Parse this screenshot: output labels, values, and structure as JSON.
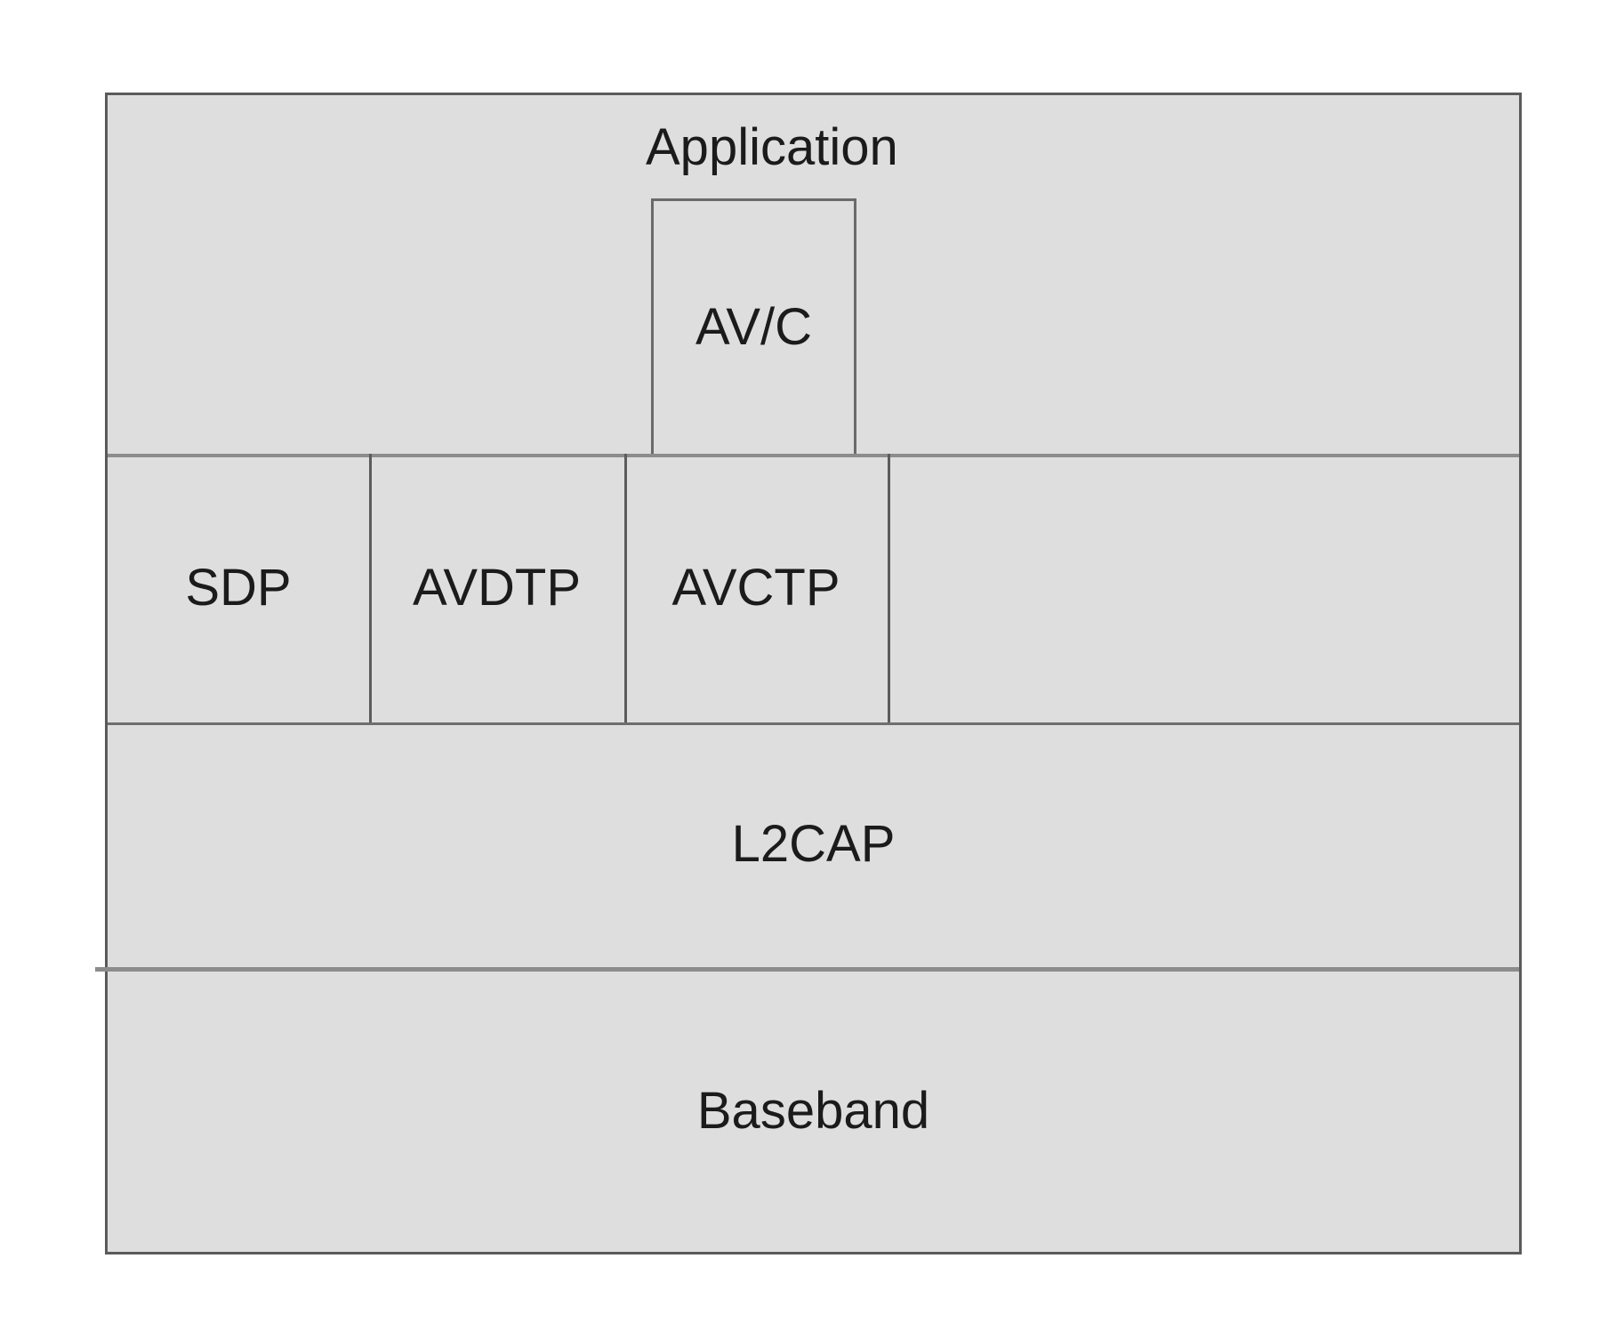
{
  "diagram": {
    "type": "protocol-stack",
    "layers": {
      "application": {
        "label": "Application"
      },
      "avc": {
        "label": "AV/C"
      },
      "middle": {
        "sdp": {
          "label": "SDP"
        },
        "avdtp": {
          "label": "AVDTP"
        },
        "avctp": {
          "label": "AVCTP"
        }
      },
      "l2cap": {
        "label": "L2CAP"
      },
      "baseband": {
        "label": "Baseband"
      }
    },
    "colors": {
      "box_fill": "#dedede",
      "outer_border": "#5a5a5a",
      "row_divider_medium": "#8c8c8c",
      "row_divider_dark": "#6e6e6e",
      "column_divider": "#5c5c5c",
      "inner_box_border": "#6a6a6a",
      "text": "#1b1b1b",
      "page_background": "#ffffff"
    }
  }
}
